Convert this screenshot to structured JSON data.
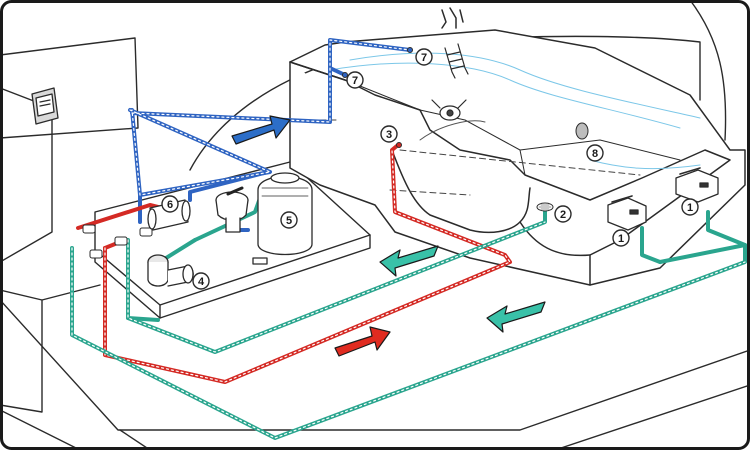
{
  "colors": {
    "background": "#ffffff",
    "outline": "#2b2b2b",
    "suction_green": "#2aa58e",
    "return_red": "#d42a24",
    "feed_blue": "#2f64c2",
    "water_line": "#7cc7e8",
    "arrow_blue": "#2c6ec8",
    "arrow_red": "#e02b20",
    "arrow_teal": "#39c1a8",
    "frame": "#1a1a1a"
  },
  "components": [
    {
      "label": "1",
      "name": "skimmer"
    },
    {
      "label": "1",
      "name": "skimmer"
    },
    {
      "label": "2",
      "name": "main-drain"
    },
    {
      "label": "3",
      "name": "return-inlet"
    },
    {
      "label": "4",
      "name": "pump"
    },
    {
      "label": "5",
      "name": "sand-filter"
    },
    {
      "label": "6",
      "name": "heater"
    },
    {
      "label": "7",
      "name": "wall-inlet"
    },
    {
      "label": "7",
      "name": "wall-inlet"
    },
    {
      "label": "8",
      "name": "pool-light"
    }
  ],
  "arrows": [
    {
      "name": "flow-arrow-blue",
      "color": "blue"
    },
    {
      "name": "flow-arrow-red",
      "color": "red"
    },
    {
      "name": "flow-arrow-teal-upper",
      "color": "teal"
    },
    {
      "name": "flow-arrow-teal-lower",
      "color": "teal"
    }
  ]
}
